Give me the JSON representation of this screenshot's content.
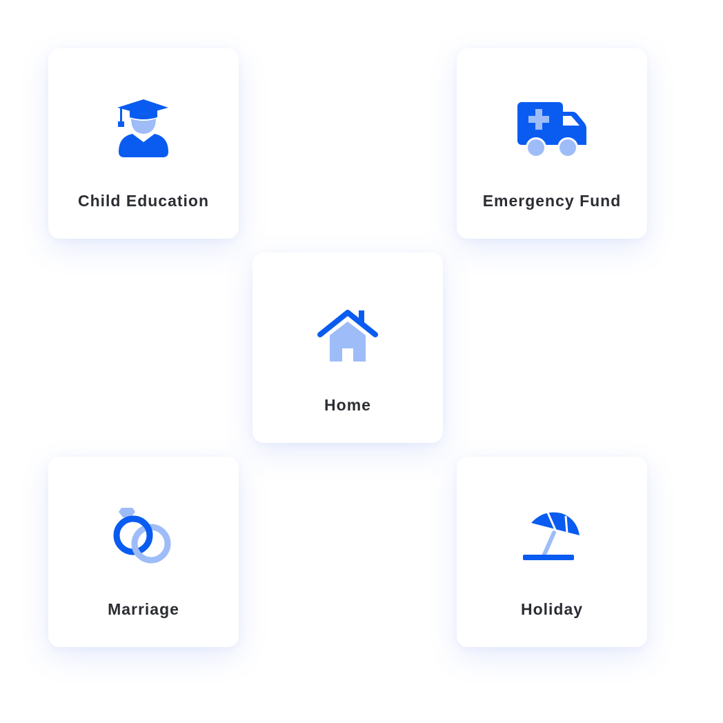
{
  "colors": {
    "primary": "#0a5cf0",
    "secondary": "#9ebcf7",
    "label": "#2b2d33",
    "card_background": "#ffffff"
  },
  "goals": [
    {
      "label": "Child Education",
      "icon": "graduate-icon"
    },
    {
      "label": "Emergency Fund",
      "icon": "ambulance-icon"
    },
    {
      "label": "Home",
      "icon": "house-icon"
    },
    {
      "label": "Marriage",
      "icon": "rings-icon"
    },
    {
      "label": "Holiday",
      "icon": "beach-umbrella-icon"
    }
  ]
}
